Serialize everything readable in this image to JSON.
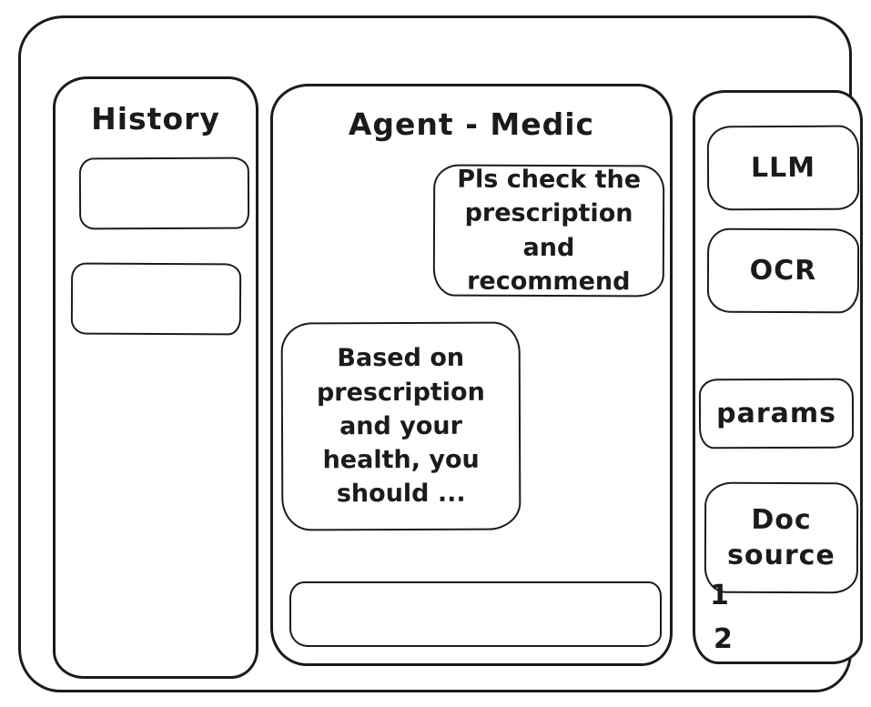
{
  "colors": {
    "ink": "#1b1b1b",
    "background": "#ffffff"
  },
  "history_panel": {
    "title": "History",
    "items": [
      {
        "label": ""
      },
      {
        "label": ""
      }
    ]
  },
  "chat_panel": {
    "title": "Agent - Medic",
    "messages": [
      {
        "role": "user",
        "text": "Pls check the\nprescription\nand recommend"
      },
      {
        "role": "assistant",
        "text": "Based on\nprescription\nand your\nhealth, you\nshould ..."
      }
    ],
    "input": {
      "value": "",
      "placeholder": ""
    }
  },
  "tools_panel": {
    "buttons": [
      {
        "label": "LLM"
      },
      {
        "label": "OCR"
      },
      {
        "label": "params"
      },
      {
        "label": "Doc\nsource"
      }
    ],
    "doc_entries": [
      "1",
      "2"
    ]
  }
}
